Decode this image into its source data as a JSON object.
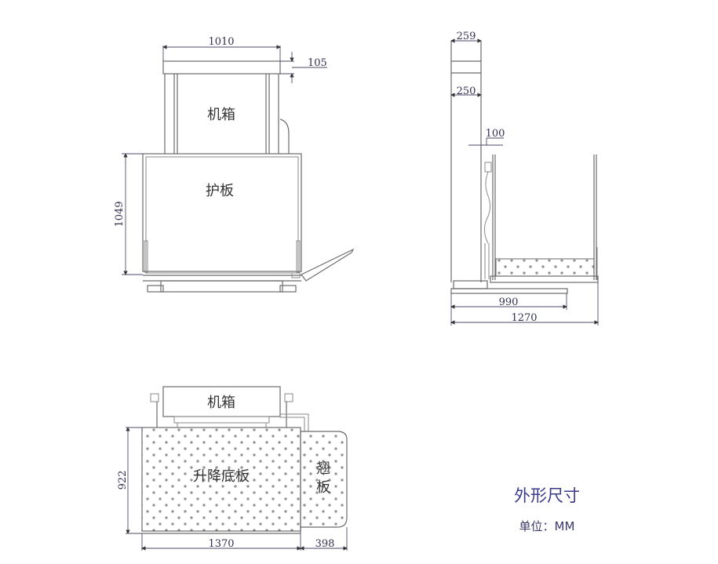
{
  "front_view": {
    "dim_width": "1010",
    "dim_top_height": "105",
    "dim_guard_height": "1049",
    "label_cabinet": "机箱",
    "label_guard": "护板"
  },
  "side_view": {
    "dim_top": "259",
    "dim_mid": "250",
    "dim_gap": "100",
    "dim_base": "990",
    "dim_total": "1270"
  },
  "top_view": {
    "label_cabinet": "机箱",
    "label_platform": "升降底板",
    "label_flap_1": "翘",
    "label_flap_2": "板",
    "dim_depth": "922",
    "dim_length": "1370",
    "dim_flap": "398"
  },
  "notes": {
    "title": "外形尺寸",
    "unit": "单位：MM"
  }
}
